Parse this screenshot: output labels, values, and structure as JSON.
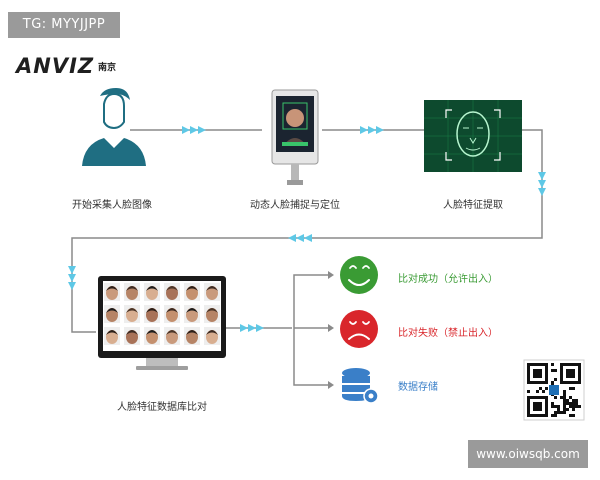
{
  "tag_banner": "TG: MYYJJPP",
  "brand": {
    "logo": "ANVIZ",
    "city": "南京"
  },
  "steps": [
    {
      "label": "开始采集人脸图像",
      "icon": "person-icon"
    },
    {
      "label": "动态人脸捕捉与定位",
      "icon": "face-terminal-icon"
    },
    {
      "label": "人脸特征提取",
      "icon": "face-scan-icon"
    },
    {
      "label": "人脸特征数据库比对",
      "icon": "face-database-monitor-icon"
    }
  ],
  "outcomes": [
    {
      "label": "比对成功（允许出入）",
      "icon": "smile-icon",
      "color": "#3a9b34"
    },
    {
      "label": "比对失败（禁止出入）",
      "icon": "frown-icon",
      "color": "#d9262b"
    },
    {
      "label": "数据存储",
      "icon": "database-gear-icon",
      "color": "#3a7fc8"
    }
  ],
  "watermark": "www.oiwsqb.com",
  "colors": {
    "flow_line": "#8a8a8a",
    "arrow": "#5ec8e6",
    "person": "#1f6e82"
  }
}
